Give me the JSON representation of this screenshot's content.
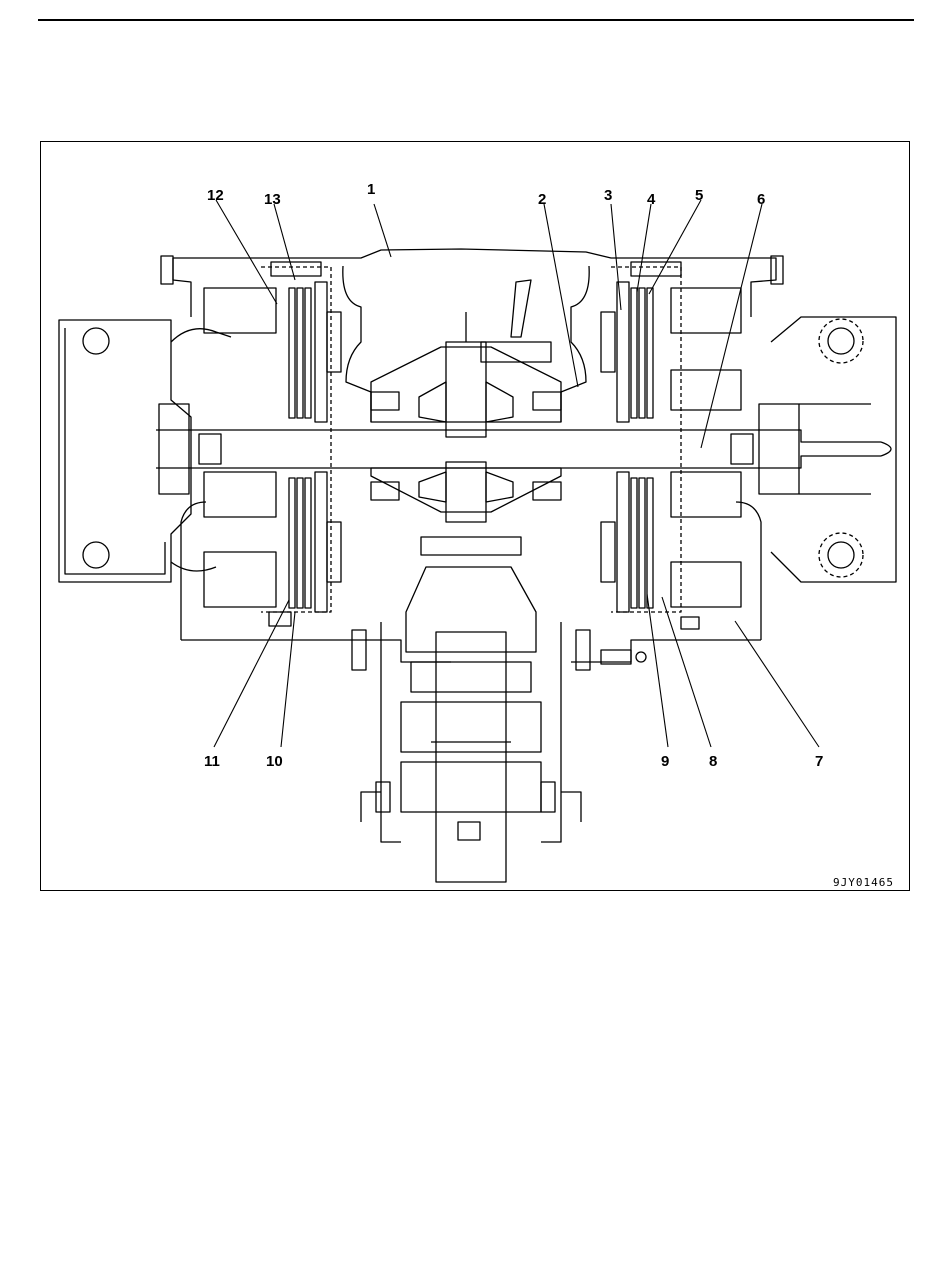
{
  "figure": {
    "id": "9JY01465",
    "callouts": [
      {
        "id": "c1",
        "label": "1"
      },
      {
        "id": "c2",
        "label": "2"
      },
      {
        "id": "c3",
        "label": "3"
      },
      {
        "id": "c4",
        "label": "4"
      },
      {
        "id": "c5",
        "label": "5"
      },
      {
        "id": "c6",
        "label": "6"
      },
      {
        "id": "c7",
        "label": "7"
      },
      {
        "id": "c8",
        "label": "8"
      },
      {
        "id": "c9",
        "label": "9"
      },
      {
        "id": "c10",
        "label": "10"
      },
      {
        "id": "c11",
        "label": "11"
      },
      {
        "id": "c12",
        "label": "12"
      },
      {
        "id": "c13",
        "label": "13"
      }
    ]
  }
}
